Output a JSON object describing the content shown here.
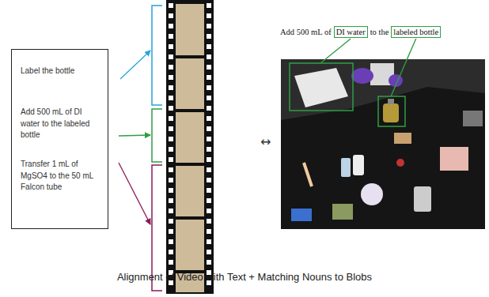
{
  "diagram": {
    "caption": "Alignment of Video with Text + Matching Nouns to Blobs",
    "nodes": [
      {
        "text": [
          "Label the bottle",
          "Add 500 mL of DI water to the labeled bottle",
          "Transfer 1 mL of MgSO4 to the 50 mL Falcon tube"
        ]
      },
      {
        "text": [
          "DI water"
        ]
      },
      {
        "text": [
          "labeled bottle"
        ]
      }
    ],
    "labels": [
      "Add 500 mL of",
      "to the",
      "↔"
    ]
  }
}
